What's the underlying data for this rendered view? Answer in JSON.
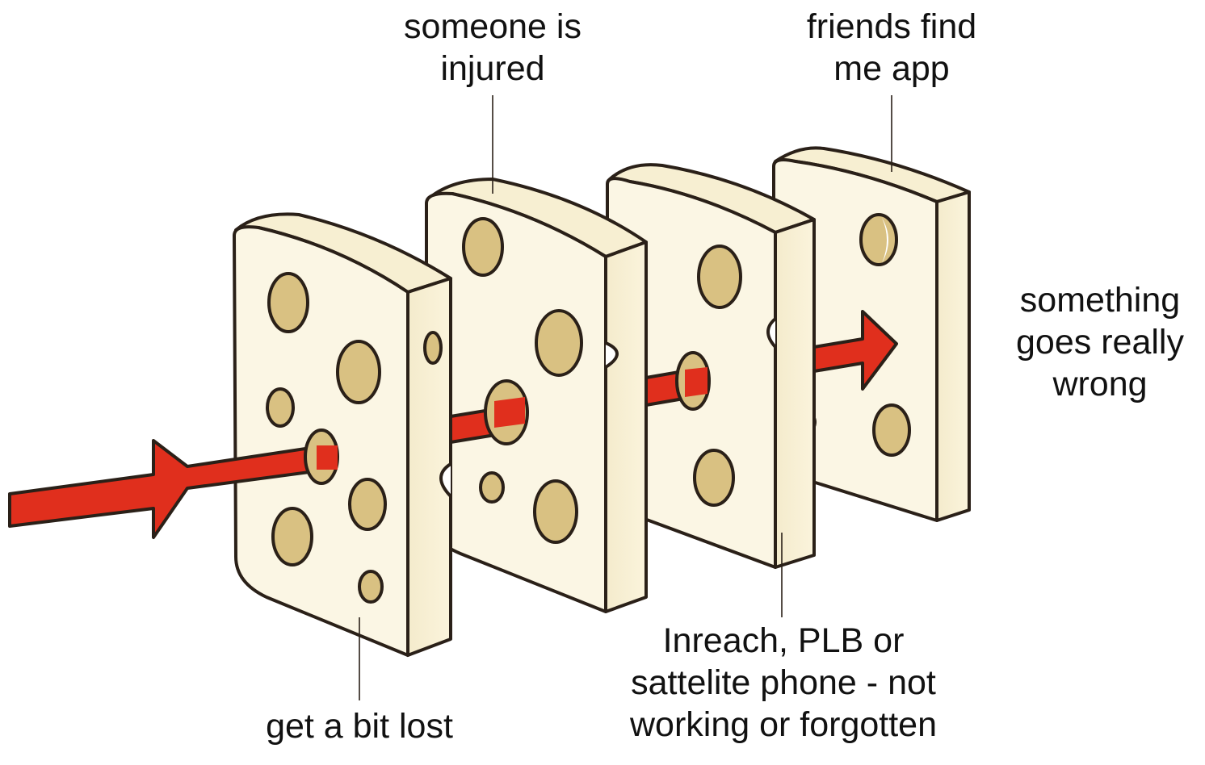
{
  "labels": {
    "get_lost": [
      "get a bit lost"
    ],
    "injured": [
      "someone is",
      "injured"
    ],
    "inreach": [
      "Inreach, PLB or",
      "sattelite phone - not",
      "working or forgotten"
    ],
    "friends": [
      "friends find",
      "me app"
    ],
    "outcome": [
      "something",
      "goes really",
      "wrong"
    ]
  },
  "colors": {
    "cheese_face": "#fbf6e4",
    "cheese_hole": "#d9c182",
    "outline": "#2a2018",
    "arrow": "#e02f1d",
    "text": "#111111"
  }
}
